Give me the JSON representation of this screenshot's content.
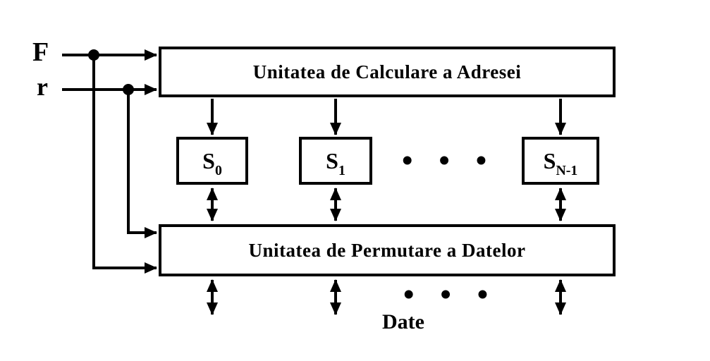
{
  "diagram": {
    "inputs": {
      "f_label": "F",
      "r_label": "r"
    },
    "top_box": {
      "label": "Unitatea de Calculare a Adresei"
    },
    "bottom_box": {
      "label": "Unitatea de Permutare a Datelor"
    },
    "s_boxes": [
      {
        "base": "S",
        "sub": "0"
      },
      {
        "base": "S",
        "sub": "1"
      },
      {
        "base": "S",
        "sub": "N-1"
      }
    ],
    "ellipsis_mid": "• • •",
    "ellipsis_bottom": "• • •",
    "date_label": "Date",
    "colors": {
      "line": "#000000",
      "background": "#ffffff"
    }
  }
}
